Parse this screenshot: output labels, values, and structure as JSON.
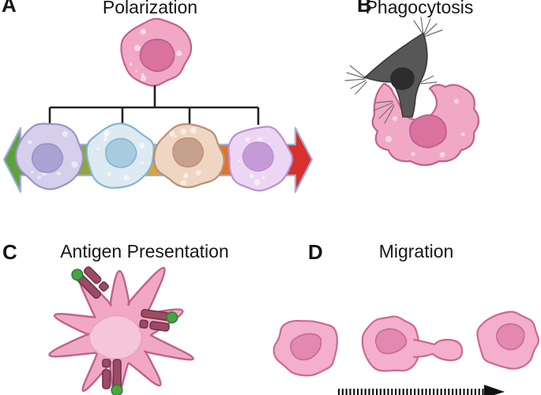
{
  "panels": {
    "a": {
      "letter": "A",
      "title": "Polarization"
    },
    "b": {
      "letter": "B",
      "title": "Phagocytosis"
    },
    "c": {
      "letter": "C",
      "title": "Antigen Presentation"
    },
    "d": {
      "letter": "D",
      "title": "Migration"
    }
  },
  "colors": {
    "background": "#ffffff",
    "text": "#151515",
    "bracket": "#222222",
    "cell_pink_body": "#F1A8C5",
    "cell_pink_outline": "#C2608C",
    "cell_pink_nucleus": "#D9739E",
    "cell_pink_nucleus_outline": "#BE5E8B",
    "c_nucleus": "#F5C5D9",
    "c_nucleus_outline": "#E9A3C3",
    "d_body": "#F3AFCB",
    "d_outline": "#CE6791",
    "d_nucleus": "#E288B1",
    "d_nucleus_outline": "#C76A97",
    "m1_body": "#D5CFEB",
    "m1_outline": "#9C92C8",
    "m1_nucleus": "#A8A3D3",
    "m2_body": "#DDEAF1",
    "m2_outline": "#82B5CE",
    "m2_nucleus": "#A9CBDF",
    "m3_body": "#EFD6C2",
    "m3_outline": "#BC8F70",
    "m3_nucleus": "#C6A28E",
    "m4_body": "#EBD7F3",
    "m4_outline": "#BD90D3",
    "m4_nucleus": "#C59BD7",
    "spectrum_green": "#55A23C",
    "spectrum_olive": "#95A43A",
    "spectrum_amber": "#E3A52D",
    "spectrum_orange": "#E0712E",
    "spectrum_red": "#D8302A",
    "arrow_outline": "#9DAEDB",
    "neuron_body": "#575757",
    "neuron_outline": "#3A3A3A",
    "neuron_nucleus": "#2D2D2D",
    "neuron_hair": "#6E6E6E",
    "mhc": "#9D4B63",
    "mhc_outline": "#703349",
    "antigen_green": "#47A447",
    "antigen_outline": "#2E7D32",
    "migration_arrow": "#111111"
  }
}
